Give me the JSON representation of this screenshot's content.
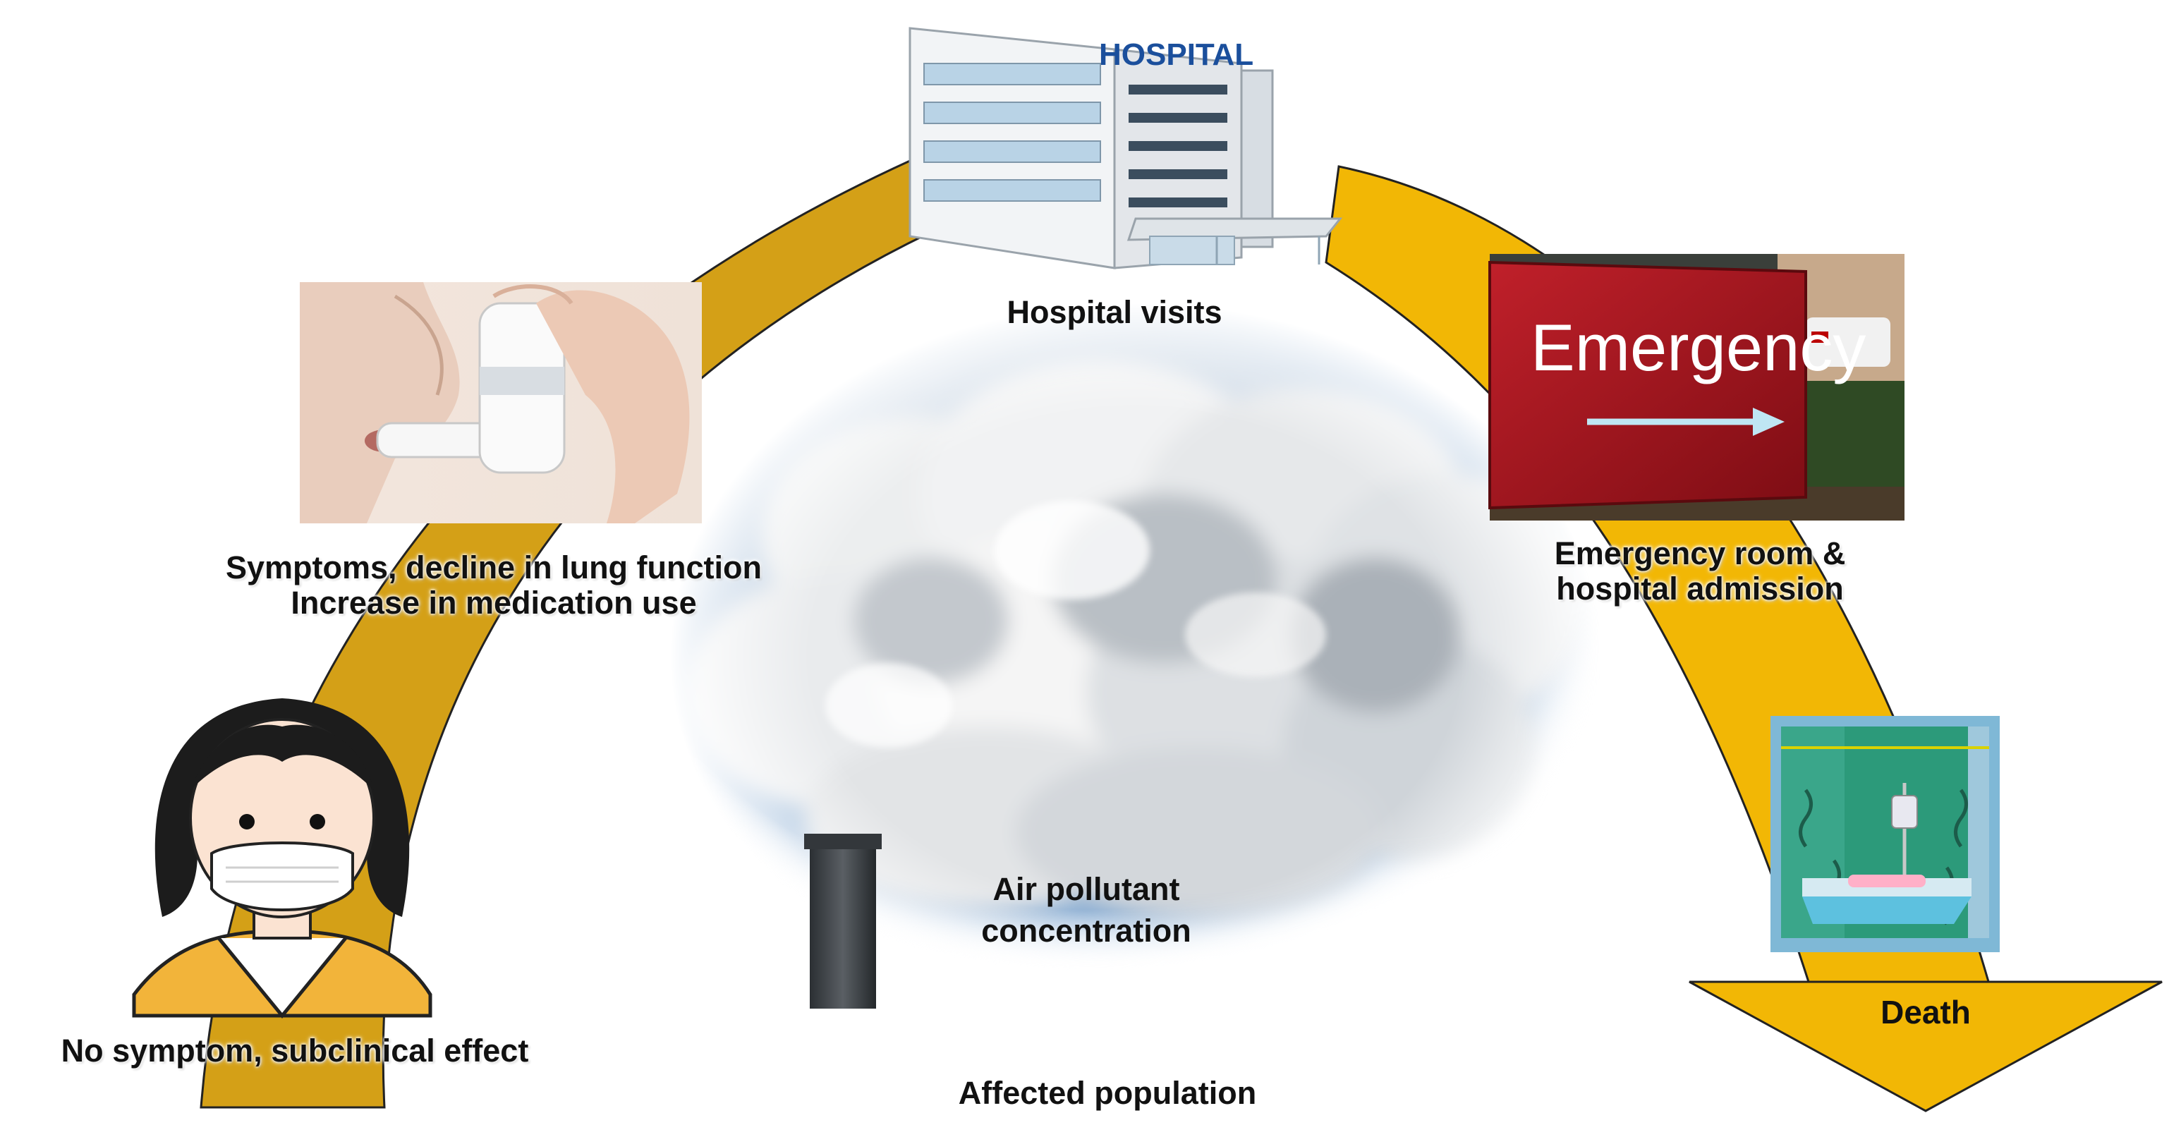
{
  "stages": {
    "no_symptom": "No symptom, subclinical effect",
    "symptoms_line1": "Symptoms, decline in lung function",
    "symptoms_line2": "Increase in medication use",
    "hospital_visits": "Hospital visits",
    "emergency_line1": "Emergency room &",
    "emergency_line2": "hospital admission",
    "death": "Death"
  },
  "center": {
    "pollutant_line1": "Air pollutant",
    "pollutant_line2": "concentration",
    "population": "Affected population"
  },
  "images": {
    "hospital_sign": "HOSPITAL",
    "emergency_sign": "Emergency"
  },
  "colors": {
    "arc_left": "#d4a017",
    "arc_right": "#f2b705",
    "arc_outline": "#222222",
    "emergency_red": "#a3121b",
    "sky_blue": "#6f9ccc"
  },
  "icons": {
    "person": "masked-woman-icon",
    "inhaler": "inhaler-photo",
    "hospital": "hospital-building-icon",
    "emergency": "emergency-sign-photo",
    "death": "hospital-bed-icon",
    "smoke": "smokestack-pollution-photo"
  }
}
